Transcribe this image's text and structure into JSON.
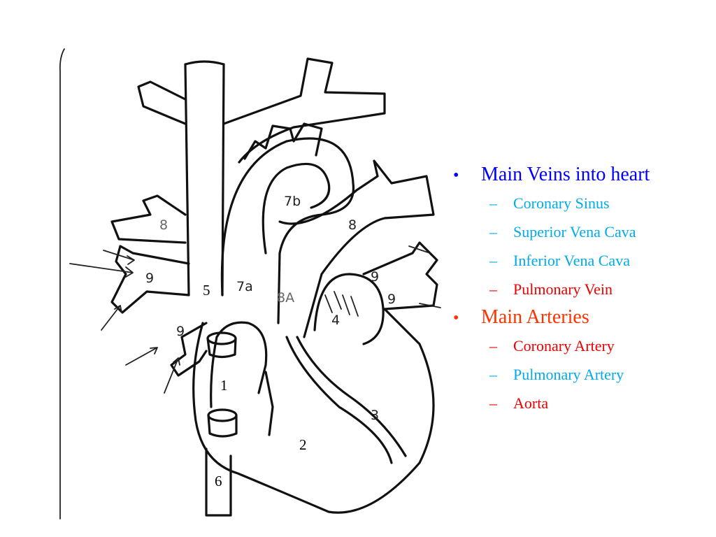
{
  "diagram": {
    "labels": {
      "l1": "1",
      "l2": "2",
      "l3": "3",
      "l4": "4",
      "l5": "5",
      "l6": "6",
      "l7a": "7a",
      "l7b": "7b",
      "l8a": "8A",
      "l8_left": "8",
      "l8_right": "8",
      "l9_a": "9",
      "l9_b": "9",
      "l9_c": "9",
      "l9_d": "9"
    }
  },
  "list": {
    "veins": {
      "bullet": "•",
      "title": "Main Veins into heart",
      "color": "#0000ff",
      "items": [
        {
          "text": "Coronary Sinus",
          "color": "#00aaee"
        },
        {
          "text": "Superior Vena Cava",
          "color": "#00aaee"
        },
        {
          "text": "Inferior Vena Cava",
          "color": "#00aaee"
        },
        {
          "text": "Pulmonary Vein",
          "color": "#ee0000"
        }
      ]
    },
    "arteries": {
      "bullet": "•",
      "title": "Main Arteries",
      "color": "#ff3300",
      "items": [
        {
          "text": "Coronary Artery",
          "color": "#ee0000"
        },
        {
          "text": "Pulmonary Artery",
          "color": "#00aaee"
        },
        {
          "text": "Aorta",
          "color": "#ee0000"
        }
      ]
    },
    "dash": "–"
  }
}
